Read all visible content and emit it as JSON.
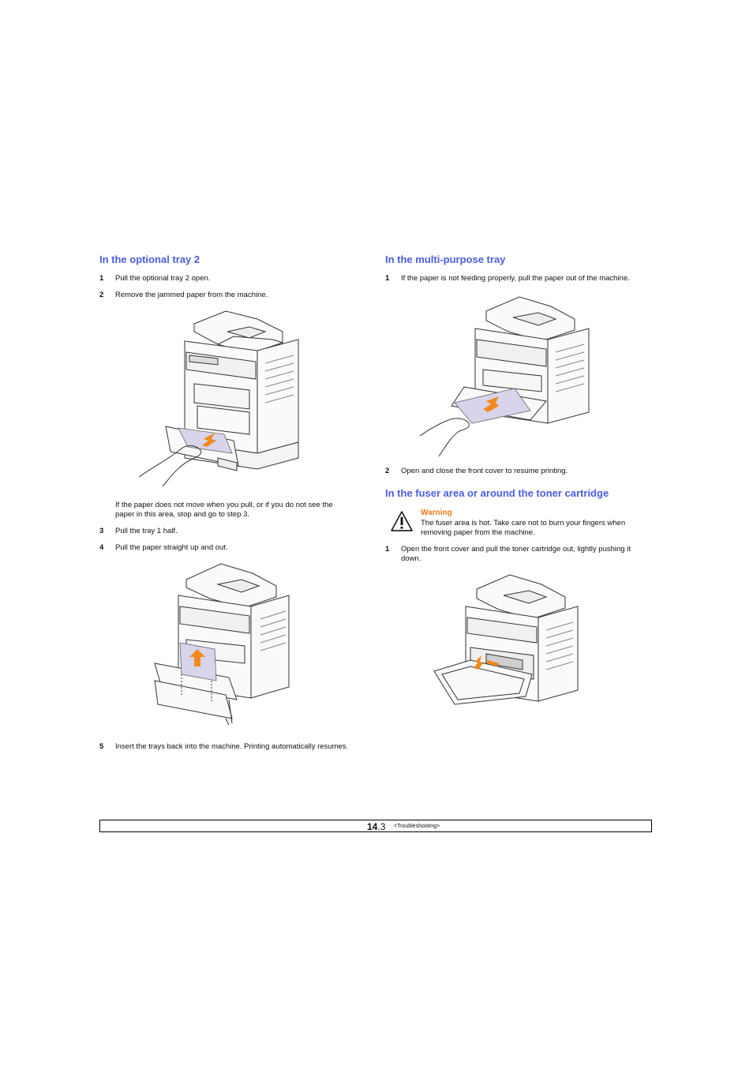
{
  "left_column": {
    "heading": "In the optional tray 2",
    "steps": [
      {
        "num": "1",
        "text": "Pull the optional tray 2 open."
      },
      {
        "num": "2",
        "text": "Remove the jammed paper from the machine."
      },
      {
        "num": "3",
        "text": "Pull the tray 1 half."
      },
      {
        "num": "4",
        "text": "Pull the paper straight up and out."
      },
      {
        "num": "5",
        "text": "Insert the trays back into the machine. Printing automatically resumes."
      }
    ],
    "note_line1": "If the paper does not move when you pull, or if you do not see the",
    "note_line2": "paper in this area, stop and go to step 3."
  },
  "right_column": {
    "heading_mp": "In the multi-purpose tray",
    "steps_mp": [
      {
        "num": "1",
        "text": "If the paper is not feeding properly, pull the paper out of the machine."
      },
      {
        "num": "2",
        "text": "Open and close the front cover to resume printing."
      }
    ],
    "heading_fuser": "In the fuser area or around the toner cartridge",
    "warning": {
      "title": "Warning",
      "line1": "The fuser area is hot. Take care not to burn your fingers when",
      "line2": "removing paper from the machine."
    },
    "step_fuser": {
      "num": "1",
      "line1": "Open the front cover and pull the toner cartridge out, lightly pushing it",
      "line2": "down."
    }
  },
  "footer": {
    "chapter": "14",
    "page": ".3",
    "section": "<Troubleshooting>"
  },
  "colors": {
    "heading": "#4a5de0",
    "warning": "#ee7a1a",
    "arrow": "#f08a1c",
    "paper": "#d8d4ec"
  }
}
